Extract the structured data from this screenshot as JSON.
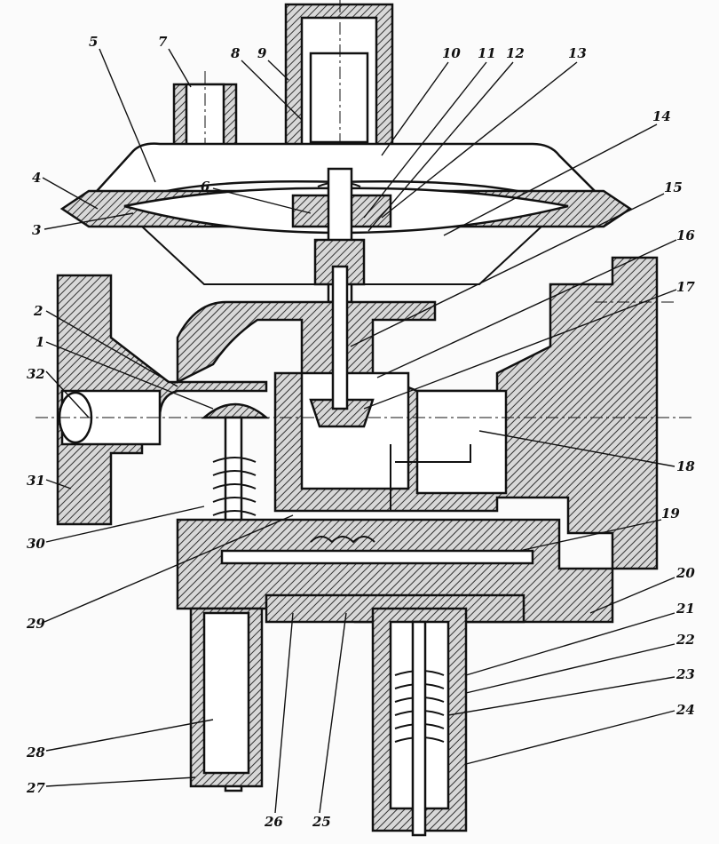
{
  "figure": {
    "labels": [
      "1",
      "2",
      "3",
      "4",
      "5",
      "6",
      "7",
      "8",
      "9",
      "10",
      "11",
      "12",
      "13",
      "14",
      "15",
      "16",
      "17",
      "18",
      "19",
      "20",
      "21",
      "22",
      "23",
      "24",
      "25",
      "26",
      "27",
      "28",
      "29",
      "30",
      "31",
      "32"
    ]
  }
}
